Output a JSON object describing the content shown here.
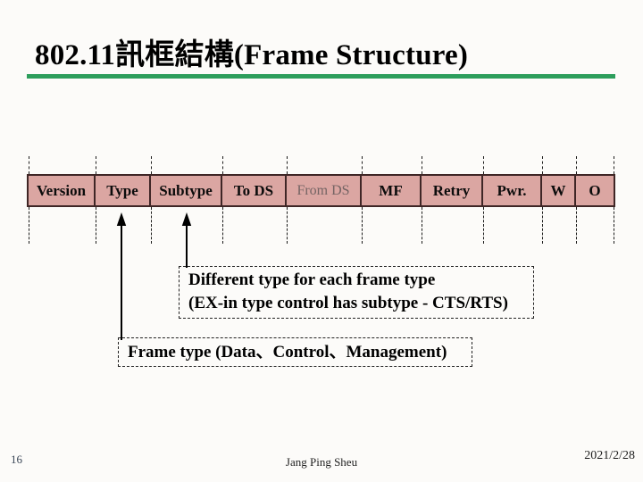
{
  "slide": {
    "title": "802.11訊框結構(Frame Structure)",
    "accent_color": "#2d9e5c"
  },
  "frame_fields": {
    "fill_color": "#dba6a2",
    "border_color": "#3f2626",
    "cells": [
      {
        "label": "Version",
        "width": 75,
        "muted": false
      },
      {
        "label": "Type",
        "width": 62,
        "muted": false
      },
      {
        "label": "Subtype",
        "width": 80,
        "muted": false
      },
      {
        "label": "To DS",
        "width": 72,
        "muted": false
      },
      {
        "label": "From DS",
        "width": 84,
        "muted": true
      },
      {
        "label": "MF",
        "width": 67,
        "muted": false
      },
      {
        "label": "Retry",
        "width": 69,
        "muted": false
      },
      {
        "label": "Pwr.",
        "width": 66,
        "muted": false
      },
      {
        "label": "W",
        "width": 38,
        "muted": false
      },
      {
        "label": "O",
        "width": 42,
        "muted": false
      }
    ]
  },
  "callouts": {
    "subtype_note_line1": "Different type for each frame type",
    "subtype_note_line2": "(EX-in type control has subtype - CTS/RTS)",
    "type_note": "Frame type (Data、Control、Management)"
  },
  "footer": {
    "page_number": "16",
    "author": "Jang Ping Sheu",
    "date": "2021/2/28"
  }
}
